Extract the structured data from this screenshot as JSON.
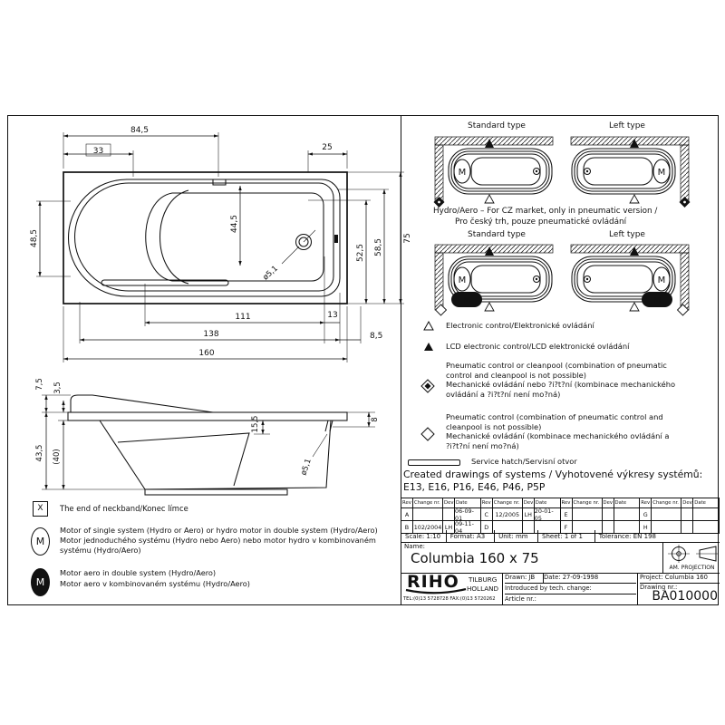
{
  "plan_view": {
    "dims": {
      "top_width": "84,5",
      "top_left_box": "33",
      "top_right": "25",
      "left_height": "48,5",
      "mid_height": "44,5",
      "drain_dia": "ø5,1",
      "right_inner1": "52,5",
      "right_inner2": "58,5",
      "right_total": "75",
      "bottom_inner": "111",
      "bottom_small": "13",
      "bottom_mid": "138",
      "bottom_right": "8,5",
      "bottom_total": "160"
    }
  },
  "side_view": {
    "dims": {
      "headrest_height": "7,5",
      "rim_step": "3,5",
      "total_height": "43,5",
      "inner_height": "(40)",
      "depth": "15,5",
      "rim_right": "8",
      "drain_dia": "ø5,1"
    }
  },
  "type_diagrams": {
    "motor_label": "M",
    "row1": [
      {
        "title": "Standard type"
      },
      {
        "title": "Left type"
      }
    ],
    "row2": [
      {
        "title": "Standard type"
      },
      {
        "title": "Left type"
      }
    ]
  },
  "notes": {
    "hydro_line1": "Hydro/Aero – For CZ market, only in pneumatic version /",
    "hydro_line2": "Pro český trh, pouze pneumatické ovládání"
  },
  "legend": {
    "electronic": "Electronic control/Elektronické ovládání",
    "lcd": "LCD electronic control/LCD elektronické ovládání",
    "pneu1": [
      "Pneumatic control or cleanpool (combination of pneumatic",
      "control and cleanpool is not possible)",
      "Mechanické ovládání nebo ?i?t?ní (kombinace mechanického",
      "ovládání a ?i?t?ní není mo?ná)"
    ],
    "pneu2": [
      "Pneumatic control (combination of pneumatic control and",
      "cleanpool is not possible)",
      "Mechanické ovládání (kombinace mechanického ovládání a",
      "?i?t?ní není mo?ná)"
    ],
    "service_hatch": "Service hatch/Servisní otvor",
    "created_line1": "Created drawings of systems / Vyhotovené výkresy systémů:",
    "created_line2": "E13, E16, P16, E46, P46, P5P"
  },
  "left_legend": {
    "x_symbol": "X",
    "x_text": "The end of neckband/Konec límce",
    "m_symbol": "M",
    "m_single_en": "Motor of single system (Hydro or Aero) or hydro motor in double system (Hydro/Aero)",
    "m_single_cz": "Motor jednoduchého systému (Hydro nebo Aero) nebo motor hydro v kombinovaném systému (Hydro/Aero)",
    "m_aero_en": "Motor aero in double system (Hydro/Aero)",
    "m_aero_cz": "Motor aero v kombinovaném systému (Hydro/Aero)"
  },
  "revision_table": {
    "headers": [
      "Rev",
      "Change nr.",
      "Dev",
      "Date"
    ],
    "rows": [
      [
        "A",
        "",
        "",
        "06-09-01",
        "C",
        "12/2005",
        "LH",
        "20-01-05",
        "E",
        "",
        "",
        "",
        "G",
        "",
        "",
        ""
      ],
      [
        "B",
        "102/2004",
        "LH",
        "09-11-04",
        "D",
        "",
        "",
        "",
        "F",
        "",
        "",
        "",
        "H",
        "",
        "",
        ""
      ]
    ]
  },
  "info_row": {
    "scale": "Scale: 1:10",
    "format": "Format: A3",
    "unit": "Unit:  mm",
    "sheet": "Sheet:  1  of  1",
    "tolerance": "Tolerance:  EN 198"
  },
  "title_block": {
    "name_label": "Name:",
    "name": "Columbia 160 x 75",
    "projection_label": "AM. PROJECTION",
    "company": {
      "logo": "RIHO",
      "city1": "TILBURG",
      "city2": "HOLLAND",
      "phone": "TEL:(0)13 5728728  FAX:(0)13 5720262"
    },
    "drawn": "Drawn:  JB",
    "date": "Date: 27-09-1998",
    "project": "Project:  Columbia 160",
    "introduced": "Introduced by tech. change:",
    "article": "Article nr.:",
    "drawing_label": "Drawing nr.:",
    "drawing_nr": "BA010000"
  }
}
